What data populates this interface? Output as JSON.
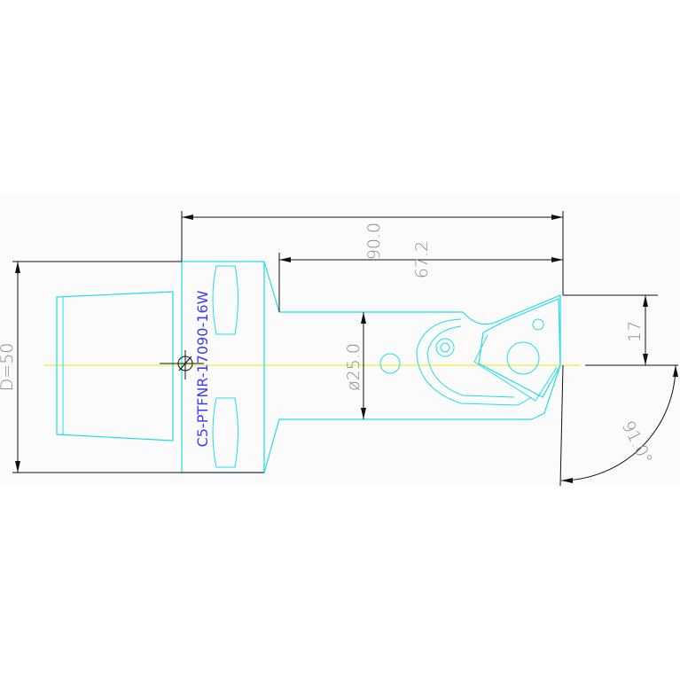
{
  "part_number": "C5-PTFNR-17090-16W",
  "dimensions": {
    "overall_length": "90.0",
    "reach": "67.2",
    "bar_diameter": "ø25.0",
    "coupling_size": "D=50",
    "offset": "17",
    "approach_angle": "91.0°"
  },
  "colors": {
    "outline": "#22dde8",
    "dimension": "#111111",
    "centerline": "#e8e800",
    "label": "#3b3bff",
    "dim_text": "#8a8a8a"
  }
}
